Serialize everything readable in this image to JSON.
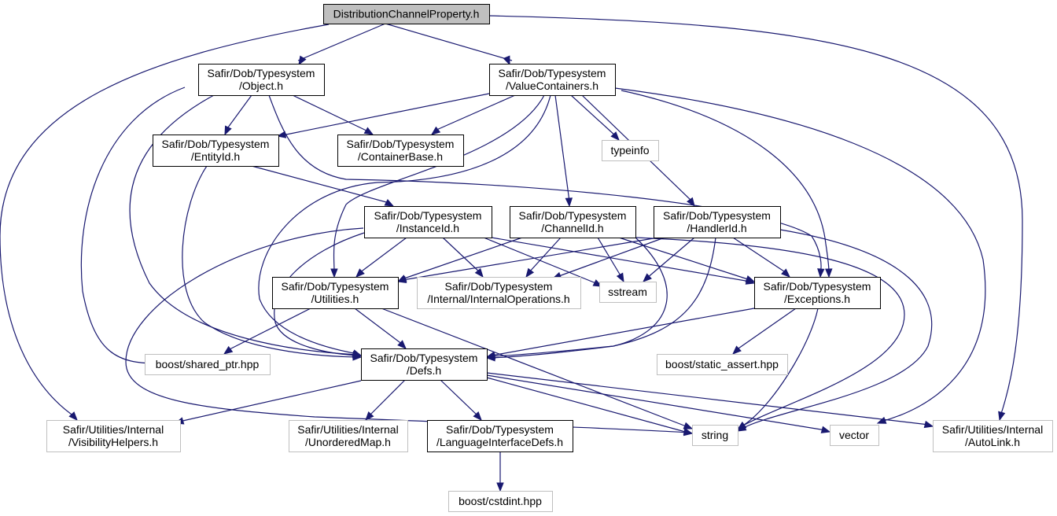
{
  "colors": {
    "edge": "#191970",
    "root_fill": "#bfbfbf",
    "node_border": "#000000",
    "external_border": "#bfbfbf",
    "text": "#000000"
  },
  "nodes": {
    "root": [
      "DistributionChannelProperty.h"
    ],
    "object": [
      "Safir/Dob/Typesystem",
      "/Object.h"
    ],
    "valuecontainers": [
      "Safir/Dob/Typesystem",
      "/ValueContainers.h"
    ],
    "entityid": [
      "Safir/Dob/Typesystem",
      "/EntityId.h"
    ],
    "containerbase": [
      "Safir/Dob/Typesystem",
      "/ContainerBase.h"
    ],
    "typeinfo": [
      "typeinfo"
    ],
    "instanceid": [
      "Safir/Dob/Typesystem",
      "/InstanceId.h"
    ],
    "channelid": [
      "Safir/Dob/Typesystem",
      "/ChannelId.h"
    ],
    "handlerid": [
      "Safir/Dob/Typesystem",
      "/HandlerId.h"
    ],
    "utilities": [
      "Safir/Dob/Typesystem",
      "/Utilities.h"
    ],
    "internalops": [
      "Safir/Dob/Typesystem",
      "/Internal/InternalOperations.h"
    ],
    "sstream": [
      "sstream"
    ],
    "exceptions": [
      "Safir/Dob/Typesystem",
      "/Exceptions.h"
    ],
    "sharedptr": [
      "boost/shared_ptr.hpp"
    ],
    "defs": [
      "Safir/Dob/Typesystem",
      "/Defs.h"
    ],
    "staticassert": [
      "boost/static_assert.hpp"
    ],
    "visibility": [
      "Safir/Utilities/Internal",
      "/VisibilityHelpers.h"
    ],
    "unordered": [
      "Safir/Utilities/Internal",
      "/UnorderedMap.h"
    ],
    "langdefs": [
      "Safir/Dob/Typesystem",
      "/LanguageInterfaceDefs.h"
    ],
    "string": [
      "string"
    ],
    "vector": [
      "vector"
    ],
    "autolink": [
      "Safir/Utilities/Internal",
      "/AutoLink.h"
    ],
    "cstdint": [
      "boost/cstdint.hpp"
    ]
  }
}
